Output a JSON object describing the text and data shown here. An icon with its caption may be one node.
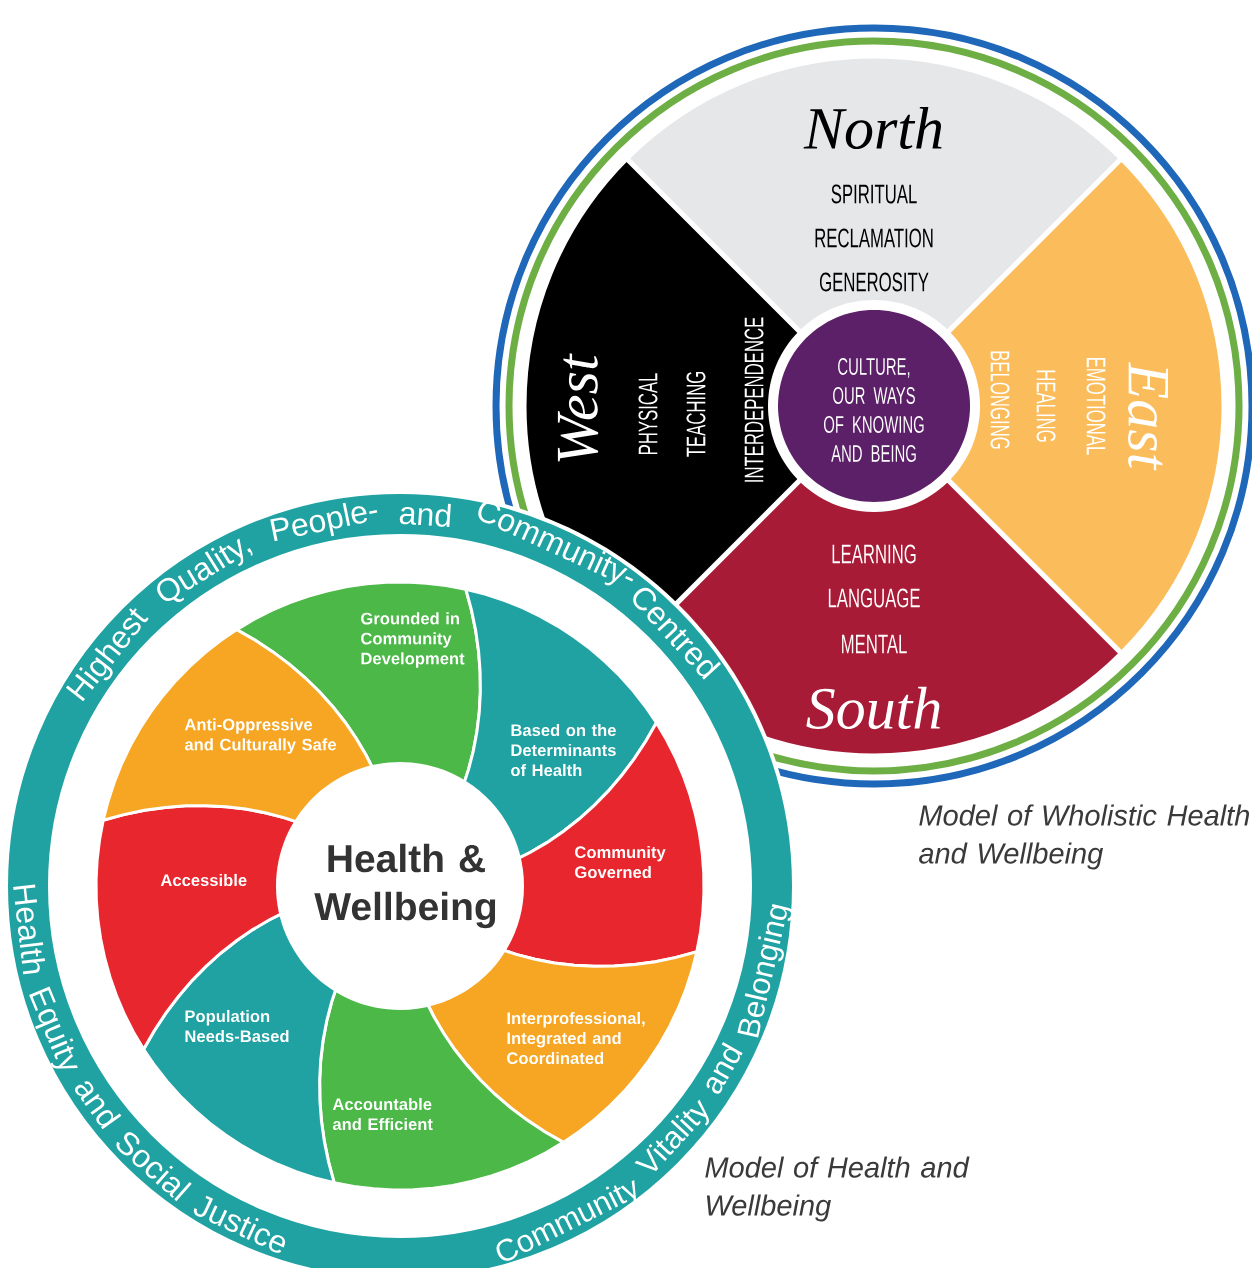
{
  "diagram": {
    "nodes": [
      {
        "text": [
          "North",
          "SPIRITUAL",
          "RECLAMATION",
          "GENEROSITY"
        ]
      },
      {
        "text": [
          "East",
          "EMOTIONAL",
          "HEALING",
          "BELONGING"
        ]
      },
      {
        "text": [
          "LEARNING",
          "LANGUAGE",
          "MENTAL",
          "South"
        ]
      },
      {
        "text": [
          "West",
          "PHYSICAL",
          "TEACHING",
          "INTERDEPENDENCE"
        ]
      },
      {
        "text": [
          "CULTURE, OUR WAYS OF KNOWING AND BEING"
        ]
      },
      {
        "text": [
          "Health & Wellbeing"
        ]
      },
      {
        "text": [
          "Grounded in Community Development"
        ]
      },
      {
        "text": [
          "Based on the Determinants of Health"
        ]
      },
      {
        "text": [
          "Community Governed"
        ]
      },
      {
        "text": [
          "Interprofessional, Integrated and Coordinated"
        ]
      },
      {
        "text": [
          "Accountable and Efficient"
        ]
      },
      {
        "text": [
          "Population Needs-Based"
        ]
      },
      {
        "text": [
          "Accessible"
        ]
      },
      {
        "text": [
          "Anti-Oppressive and Culturally Safe"
        ]
      }
    ],
    "labels": [
      "Highest Quality, People- and Community-Centred",
      "Health Equity and Social Justice",
      "Community Vitality and Belonging",
      "Model of Wholistic Health and Wellbeing",
      "Model of Health and Wellbeing"
    ]
  }
}
